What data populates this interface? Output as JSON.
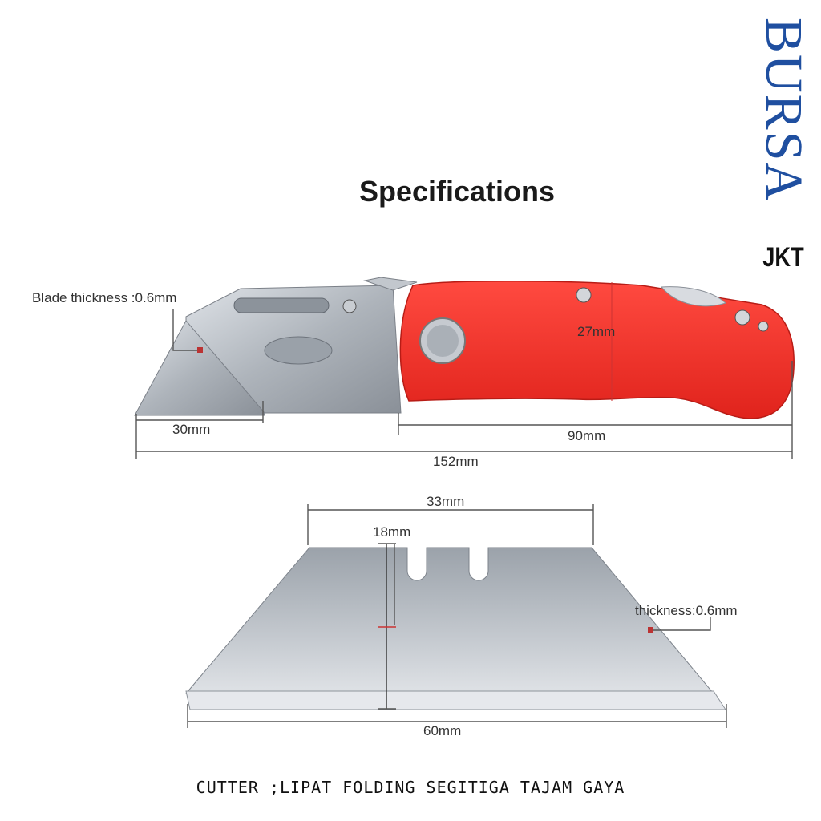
{
  "brand": {
    "main": "BURSA",
    "sub": "JKT"
  },
  "title": "Specifications",
  "knife": {
    "blade_thickness": "Blade thickness :0.6mm",
    "height": "27mm",
    "blade_length": "30mm",
    "handle_length": "90mm",
    "total_length": "152mm"
  },
  "blade": {
    "top_width": "33mm",
    "height": "18mm",
    "thickness": "thickness:0.6mm",
    "bottom_width": "60mm"
  },
  "caption": "CUTTER ;LIPAT FOLDING SEGITIGA TAJAM GAYA",
  "colors": {
    "handle": "#f0302a",
    "brand": "#1f4fa0",
    "steel": "#b7bcc2"
  }
}
